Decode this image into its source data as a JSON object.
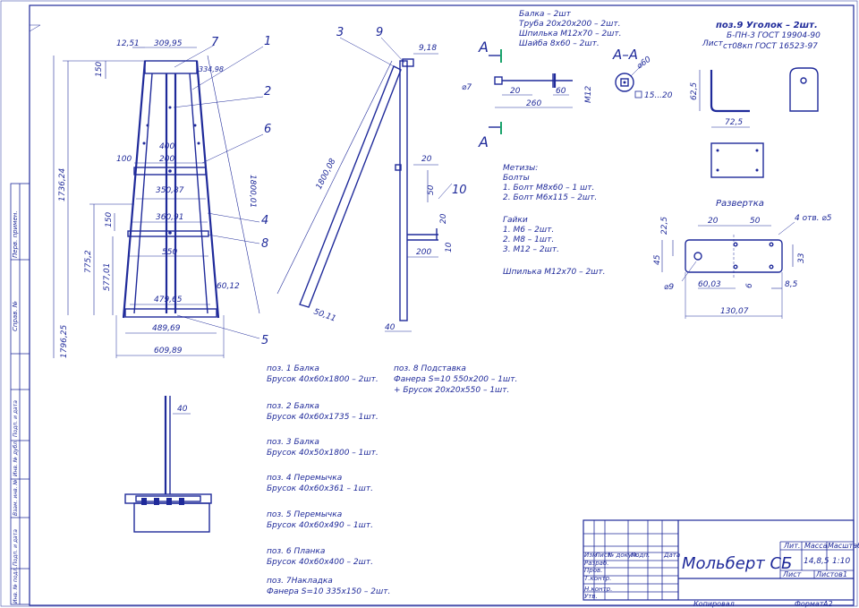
{
  "title_block": {
    "drawing_title": "Мольберт СБ",
    "col_lit": "Лит.",
    "col_mass": "Масса",
    "col_scale": "Масштаб",
    "mass": "14,8,5",
    "scale": "1:10",
    "sheet_label": "Лист",
    "sheets_label": "Листов",
    "sheets_value": "1",
    "row_headers": [
      "Изм",
      "Лист",
      "№ докум.",
      "Подп.",
      "Дата"
    ],
    "roles": [
      "Разраб.",
      "Пров.",
      "Т.контр.",
      "Н.контр.",
      "Утв."
    ],
    "copied": "Копировал",
    "format": "Формат",
    "format_value": "A2"
  },
  "side_stamps": [
    "Перв. примен.",
    "Справ. №",
    "Подп. и дата",
    "Инв. № дубл.",
    "Взам. инв. №",
    "Подп. и дата",
    "Инв. № подл."
  ],
  "labels": {
    "section_a": "А",
    "section_aa": "А–А"
  },
  "balka_note": [
    "Балка – 2шт",
    "Труба 20х20х200 – 2шт.",
    "Шпилька М12х70 – 2шт.",
    "Шайба 8х60 – 2шт."
  ],
  "angle_note": {
    "title": "поз.9 Уголок – 2шт.",
    "line1": "Б-ПН-3 ГОСТ 19904-90",
    "line2_label": "Лист",
    "line2": "ст08кп ГОСТ 16523-97"
  },
  "razvertka_label": "Развертка",
  "metizy": [
    "Метизы:",
    "Болты",
    "1. Болт М8х60 – 1 шт.",
    "2. Болт М6х115 – 2шт.",
    "",
    "Гайки",
    "1. М6 – 2шт.",
    "2. М8 – 1шт.",
    "3. М12 – 2шт.",
    "",
    "Шпилька М12х70 – 2шт."
  ],
  "parts_list_left": [
    [
      "поз. 1 Балка",
      "Брусок 40х60х1800 – 2шт."
    ],
    [
      "поз. 2 Балка",
      "Брусок 40х60х1735 – 1шт."
    ],
    [
      "поз. 3 Балка",
      "Брусок 40х50х1800 – 1шт."
    ],
    [
      "поз. 4 Перемычка",
      "Брусок 40х60х361 – 1шт."
    ],
    [
      "поз. 5 Перемычка",
      "Брусок 40х60х490 – 1шт."
    ],
    [
      "поз. 6 Планка",
      "Брусок 40х60х400 – 2шт."
    ],
    [
      "поз. 7Накладка",
      "Фанера S=10 335х150 – 2шт."
    ]
  ],
  "parts_list_right": [
    "поз. 8 Подставка",
    "Фанера S=10 550х200 – 1шт.",
    "+ Брусок 20х20х550 – 1шт."
  ],
  "front_dims": {
    "d1": "12,51",
    "d2": "309,95",
    "d3": "334,98",
    "d4": "150",
    "d5": "1736,24",
    "d6": "400",
    "d7": "100",
    "d8": "200",
    "d9": "350,87",
    "d10": "360,91",
    "d11": "150",
    "d12": "550",
    "d13": "775,2",
    "d14": "577,01",
    "d15": "479,65",
    "d16": "60,12",
    "d17": "489,69",
    "d18": "609,89",
    "d19": "1796,25",
    "d20": "1800,01"
  },
  "front_positions": [
    "7",
    "1",
    "2",
    "6",
    "4",
    "8",
    "5"
  ],
  "side_dims": {
    "d1": "9,18",
    "d2": "1800,08",
    "d3": "50,11",
    "d4": "20",
    "d5": "50",
    "d6": "20",
    "d7": "200",
    "d8": "10",
    "d9": "40"
  },
  "side_positions": [
    "3",
    "9",
    "10"
  ],
  "beam_dims": {
    "d1": "⌀7",
    "d2": "20",
    "d3": "60",
    "d4": "260",
    "d5": "M12"
  },
  "aa_dims": {
    "d1": "⌀60",
    "d2": "15...20"
  },
  "angle_dims": {
    "d1": "62,5",
    "d2": "72,5"
  },
  "razv_dims": {
    "d1": "20",
    "d2": "50",
    "d3": "4 отв. ⌀5",
    "d4": "22,5",
    "d5": "45",
    "d6": "33",
    "d7": "⌀9",
    "d8": "60,03",
    "d9": "6",
    "d10": "8,5",
    "d11": "130,07"
  },
  "top_view_dims": {
    "d1": "40"
  }
}
